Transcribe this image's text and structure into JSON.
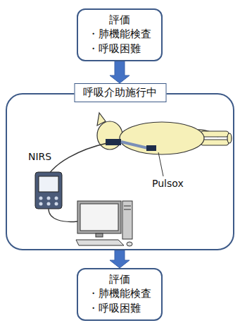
{
  "diagram": {
    "nodes": [
      {
        "text": [
          "評価",
          "・肺機能検査",
          "・呼吸困難"
        ]
      },
      {
        "text": [
          "呼吸介助施行中"
        ]
      },
      {
        "text": [
          "評価",
          "・肺機能検査",
          "・呼吸困難"
        ]
      }
    ],
    "edges": [
      {
        "from": 0,
        "to": 1,
        "arrow": "to"
      },
      {
        "from": 1,
        "to": 2,
        "arrow": "to"
      }
    ],
    "labels": [
      "NIRS",
      "Pulsox"
    ]
  }
}
